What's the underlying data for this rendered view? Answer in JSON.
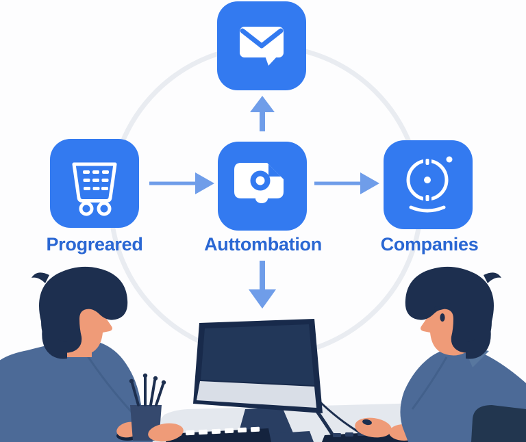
{
  "illustration": {
    "nodes": [
      {
        "id": "message",
        "icon": "message-envelope-icon",
        "label": ""
      },
      {
        "id": "cart",
        "icon": "shopping-cart-icon",
        "label": "Progreared"
      },
      {
        "id": "camera",
        "icon": "photo-camera-icon",
        "label": "Auttombation"
      },
      {
        "id": "webcam",
        "icon": "webcam-dial-icon",
        "label": "Companies"
      }
    ],
    "flows": [
      {
        "from": "cart",
        "to": "camera",
        "arrow": "right"
      },
      {
        "from": "camera",
        "to": "webcam",
        "arrow": "right"
      },
      {
        "from": "camera",
        "to": "message",
        "arrow": "up"
      },
      {
        "from": "camera",
        "to": "monitor",
        "arrow": "down"
      }
    ]
  },
  "colors": {
    "tile_blue": "#337af0",
    "label_blue": "#2a67d3",
    "arrow_blue": "#6f9de9",
    "circle_gray": "#e9ecf1",
    "hair_navy": "#1d2f4f",
    "skin": "#ef9b78",
    "shirt_blue": "#4c6a97",
    "chair_navy": "#22364f",
    "monitor_frame": "#182a4b",
    "monitor_screen": "#223759",
    "monitor_chin": "#d9dee7",
    "desk_gray": "#e4e8ee",
    "cup_navy": "#35496e",
    "stand_navy": "#293e62",
    "keyboard_navy": "#14233e",
    "background": "#fdfdfe"
  }
}
